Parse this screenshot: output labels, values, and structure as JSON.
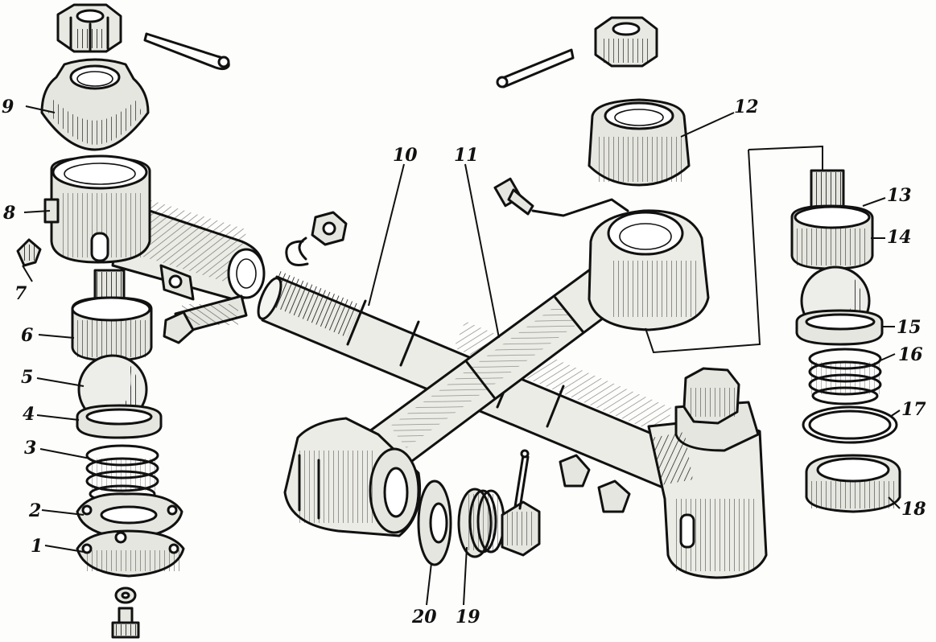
{
  "labels": {
    "l1": "1",
    "l2": "2",
    "l3": "3",
    "l4": "4",
    "l5": "5",
    "l6": "6",
    "l7": "7",
    "l8": "8",
    "l9": "9",
    "l10": "10",
    "l11": "11",
    "l12": "12",
    "l13": "13",
    "l14": "14",
    "l15": "15",
    "l16": "16",
    "l17": "17",
    "l18": "18",
    "l19": "19",
    "l20": "20"
  },
  "colors": {
    "ink": "#111111",
    "paper": "#fdfdfb",
    "shade": "#9a9a9a",
    "fill": "#e6e6e0"
  }
}
